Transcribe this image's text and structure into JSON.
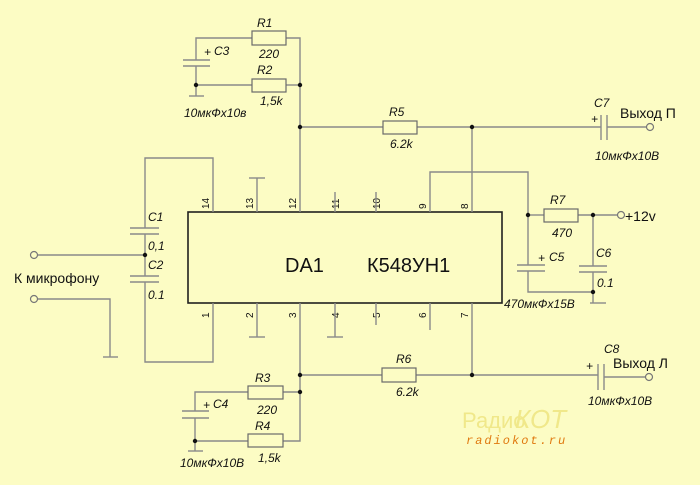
{
  "chip": {
    "ref": "DA1",
    "part": "К548УН1",
    "pins_top": [
      "14",
      "13",
      "12",
      "11",
      "10",
      "9",
      "8"
    ],
    "pins_bottom": [
      "1",
      "2",
      "3",
      "4",
      "5",
      "6",
      "7"
    ]
  },
  "components": {
    "R1": {
      "ref": "R1",
      "value": "220"
    },
    "R2": {
      "ref": "R2",
      "value": "1,5k"
    },
    "R3": {
      "ref": "R3",
      "value": "220"
    },
    "R4": {
      "ref": "R4",
      "value": "1,5k"
    },
    "R5": {
      "ref": "R5",
      "value": "6.2k"
    },
    "R6": {
      "ref": "R6",
      "value": "6.2k"
    },
    "R7": {
      "ref": "R7",
      "value": "470"
    },
    "C1": {
      "ref": "C1",
      "value": "0,1"
    },
    "C2": {
      "ref": "C2",
      "value": "0.1"
    },
    "C3": {
      "ref": "C3",
      "value": "10мкФх10в"
    },
    "C4": {
      "ref": "C4",
      "value": "10мкФх10В"
    },
    "C5": {
      "ref": "C5",
      "value": "470мкФх15В"
    },
    "C6": {
      "ref": "C6",
      "value": "0.1"
    },
    "C7": {
      "ref": "C7",
      "value": "10мкФх10В"
    },
    "C8": {
      "ref": "C8",
      "value": "10мкФх10В"
    }
  },
  "terminals": {
    "mic": "К микрофону",
    "out_right": "Выход П",
    "out_left": "Выход Л",
    "power": "+12v",
    "plus": "+"
  },
  "watermark": {
    "title_a": "Радио",
    "title_b": "КОТ",
    "url": "radiokot.ru"
  }
}
